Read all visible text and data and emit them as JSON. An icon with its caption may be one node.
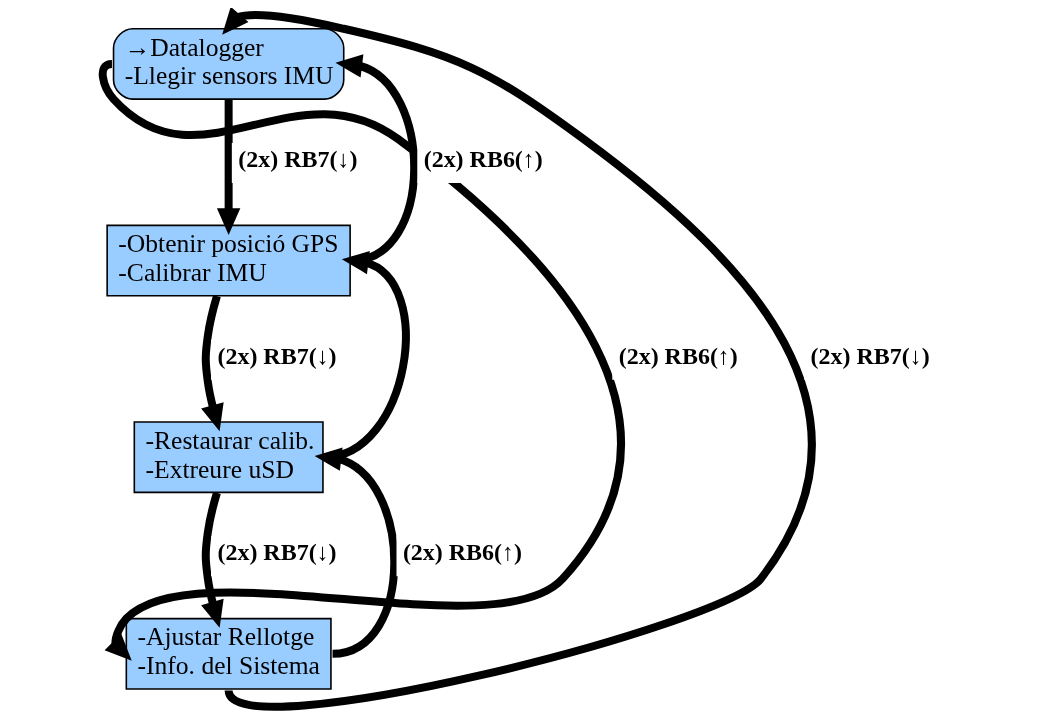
{
  "diagram": {
    "nodes": [
      {
        "text": [
          "→Datalogger",
          "-Llegir sensors IMU"
        ]
      },
      {
        "text": [
          "-Obtenir posició GPS",
          "-Calibrar IMU"
        ]
      },
      {
        "text": [
          "-Restaurar calib.",
          "-Extreure uSD"
        ]
      },
      {
        "text": [
          "-Ajustar Rellotge",
          "-Info. del Sistema"
        ]
      }
    ],
    "edges": [
      {
        "from": 0,
        "to": 1,
        "arrow": "to",
        "label": "(2x) RB7(↓)"
      },
      {
        "from": 1,
        "to": 0,
        "arrow": "to",
        "label": "(2x) RB6(↑)"
      },
      {
        "from": 1,
        "to": 2,
        "arrow": "to",
        "label": "(2x) RB7(↓)"
      },
      {
        "from": 2,
        "to": 1,
        "arrow": "to"
      },
      {
        "from": 2,
        "to": 3,
        "arrow": "to",
        "label": "(2x) RB7(↓)"
      },
      {
        "from": 3,
        "to": 2,
        "arrow": "to",
        "label": "(2x) RB6(↑)"
      },
      {
        "from": 3,
        "to": 0,
        "arrow": "to",
        "label": "(2x) RB7(↓)"
      },
      {
        "from": 0,
        "to": 3,
        "arrow": "to",
        "label": "(2x) RB6(↑)"
      }
    ]
  }
}
